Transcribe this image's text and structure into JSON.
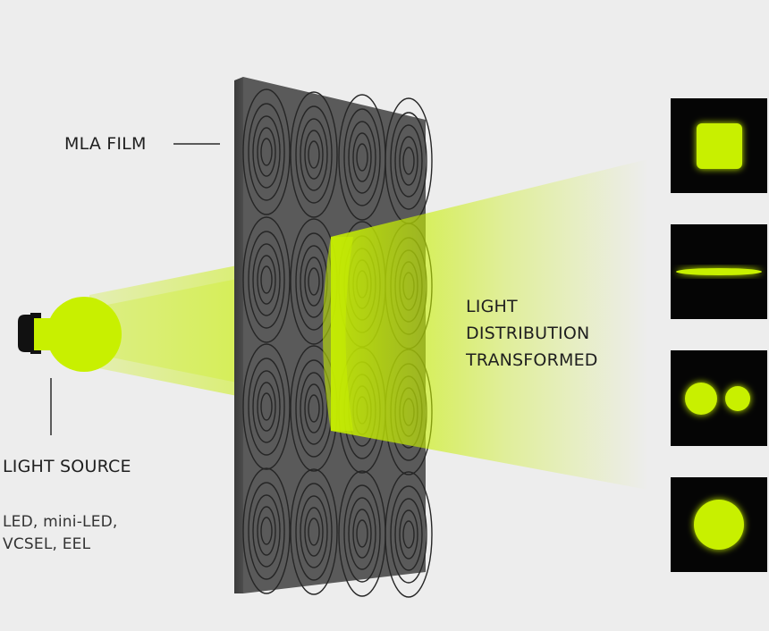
{
  "labels": {
    "mla_film": "MLA FILM",
    "light_distribution": [
      "LIGHT",
      "DISTRIBUTION",
      "TRANSFORMED"
    ],
    "light_source": "LIGHT SOURCE",
    "source_types": [
      "LED, mini-LED,",
      "VCSEL, EEL"
    ]
  },
  "colors": {
    "background": "#ededed",
    "accent": "#c8f000",
    "film": "#5a5a5a",
    "pattern_background": "#050505"
  },
  "patterns": [
    "square-spot-icon",
    "line-spot-icon",
    "dual-spot-icon",
    "round-spot-icon"
  ]
}
